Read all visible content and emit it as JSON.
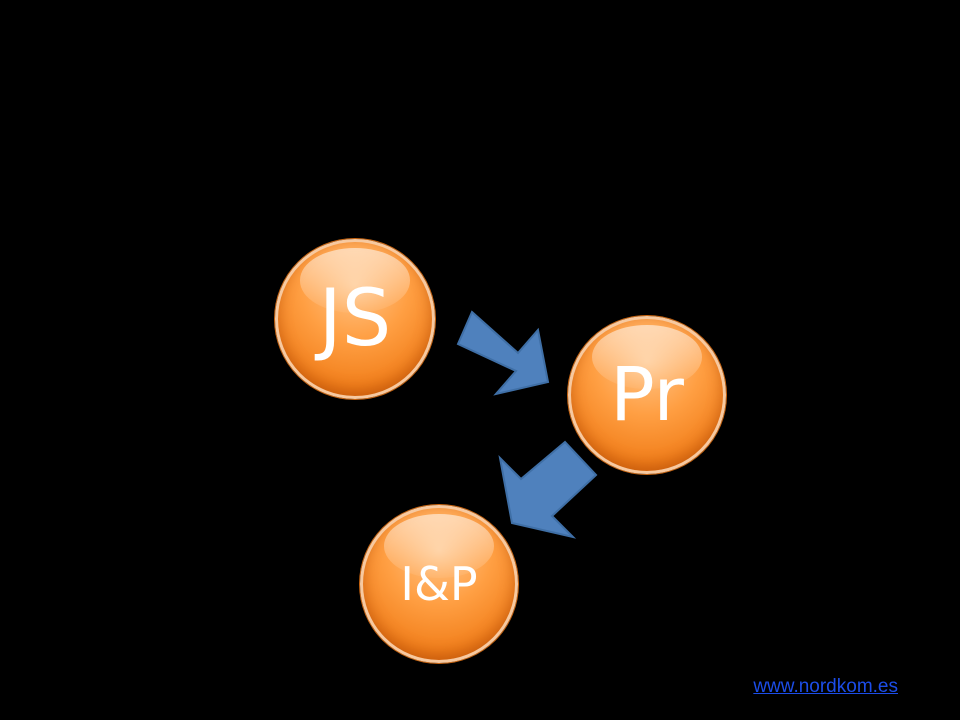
{
  "nodes": {
    "js": "JS",
    "pr": "Pr",
    "ip": "I&P"
  },
  "footer": {
    "link_text": "www.nordkom.es"
  },
  "colors": {
    "background": "#000000",
    "node_fill": "#f7881f",
    "node_border": "#f7c9a0",
    "arrow_fill": "#4f81bd",
    "link": "#1c4de8"
  }
}
